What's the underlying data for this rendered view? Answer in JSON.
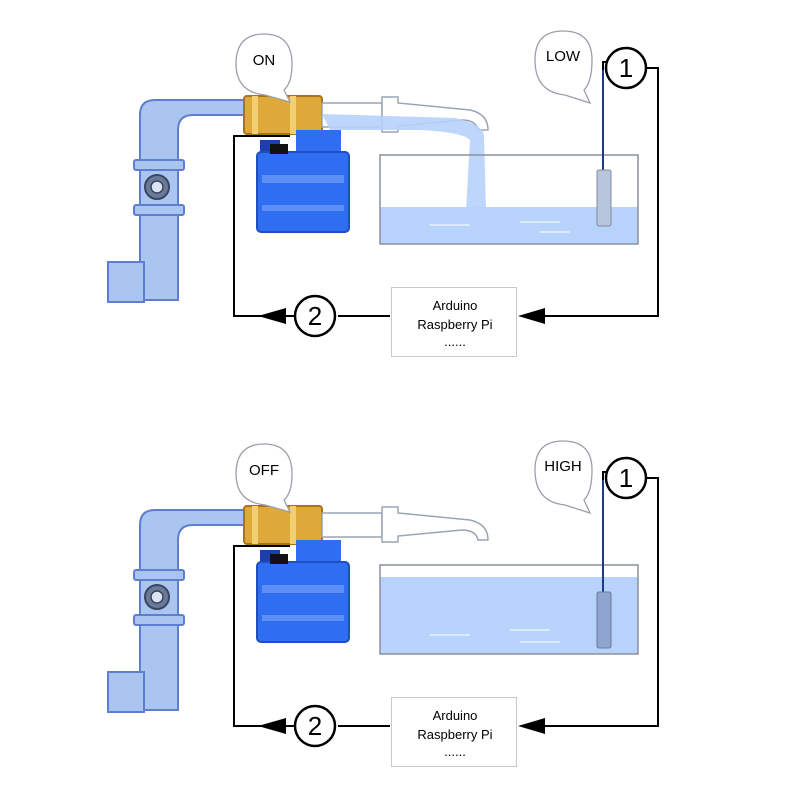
{
  "colors": {
    "pipe_fill": "#a9c5f0",
    "pipe_stroke": "#5e7fd0",
    "water": "#b7d2fb",
    "brass": "#dfa93a",
    "valve_blue": "#2f6ef0",
    "wire": "#000000"
  },
  "panels": [
    {
      "state_label": "ON",
      "level_label": "LOW",
      "marker_sensor": "1",
      "marker_valve": "2",
      "controller": {
        "line1": "Arduino",
        "line2": "Raspberry Pi",
        "line3": "......"
      },
      "valve_open": true,
      "water_level": "low"
    },
    {
      "state_label": "OFF",
      "level_label": "HIGH",
      "marker_sensor": "1",
      "marker_valve": "2",
      "controller": {
        "line1": "Arduino",
        "line2": "Raspberry Pi",
        "line3": "......"
      },
      "valve_open": false,
      "water_level": "high"
    }
  ]
}
